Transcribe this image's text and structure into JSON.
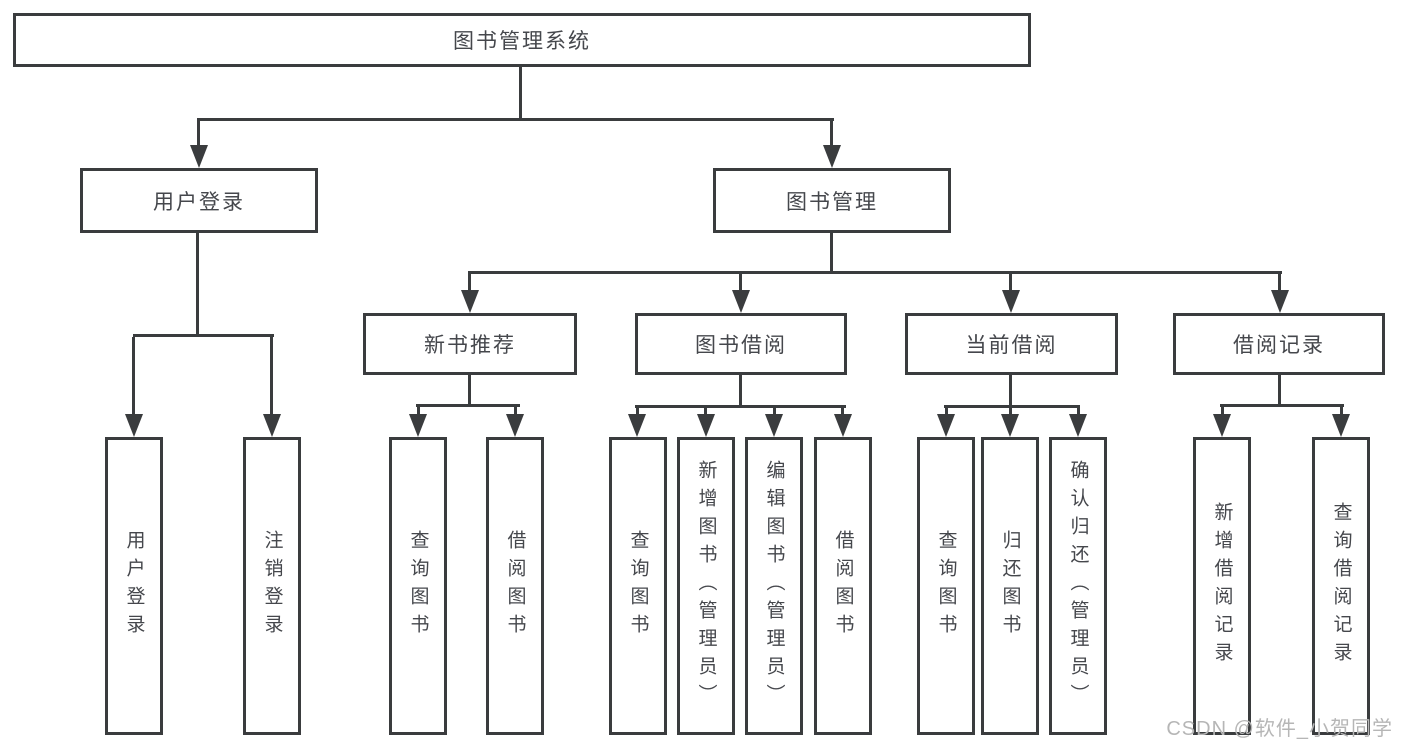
{
  "colors": {
    "line": "#3a3c3e",
    "text": "#45474c",
    "background": "#ffffff",
    "watermark": "#b6b6b6"
  },
  "watermark": {
    "text": "CSDN @软件_小贺同学"
  },
  "tree": {
    "title": "图书管理系统",
    "branches": [
      {
        "label": "用户登录",
        "children": [
          "用户登录",
          "注销登录"
        ]
      },
      {
        "label": "图书管理",
        "sections": [
          {
            "label": "新书推荐",
            "children": [
              "查询图书",
              "借阅图书"
            ]
          },
          {
            "label": "图书借阅",
            "children": [
              "查询图书",
              "新增图书（管理员）",
              "编辑图书（管理员）",
              "借阅图书"
            ]
          },
          {
            "label": "当前借阅",
            "children": [
              "查询图书",
              "归还图书",
              "确认归还（管理员）"
            ]
          },
          {
            "label": "借阅记录",
            "children": [
              "新增借阅记录",
              "查询借阅记录"
            ]
          }
        ]
      }
    ]
  }
}
